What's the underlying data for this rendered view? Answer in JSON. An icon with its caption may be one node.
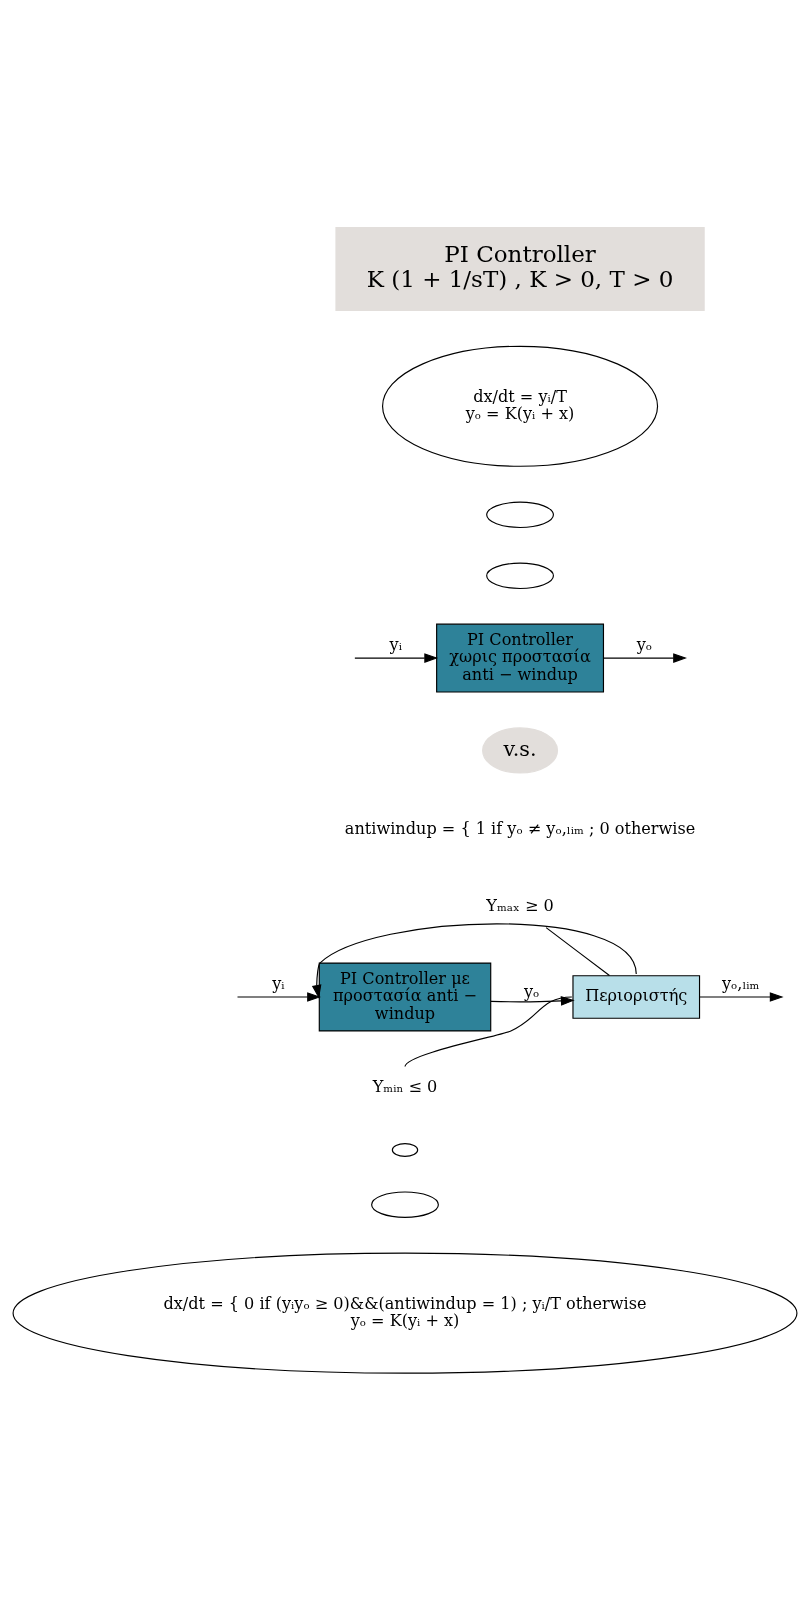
{
  "diagram": {
    "nodes": [
      {
        "text": [
          "PI Controller",
          "K (1 + 1/sT) , K > 0, T > 0"
        ]
      },
      {
        "text": [
          "dx/dt = yᵢ/T",
          "yₒ = K(yᵢ + x)"
        ]
      },
      {
        "text": [],
        "shape": "ellipse"
      },
      {
        "text": [],
        "shape": "ellipse"
      },
      {
        "text": [
          "PI Controller χωρις προστασία anti − windup"
        ]
      },
      {
        "text": [
          "v.s."
        ]
      },
      {
        "text": [
          "Yₘₐₓ ≥ 0"
        ]
      },
      {
        "text": [
          "PI Controller με προστασία anti − windup"
        ]
      },
      {
        "text": [
          "Περιοριστής"
        ]
      },
      {
        "text": [
          "Yₘᵢₙ ≤ 0"
        ]
      },
      {
        "text": [],
        "shape": "ellipse"
      },
      {
        "text": [],
        "shape": "ellipse"
      },
      {
        "text": [
          "dx/dt = { 0 if (yᵢyₒ ≥ 0)&&(antiwindup = 1) ; yᵢ/T otherwise",
          "yₒ = K(yᵢ + x)"
        ]
      }
    ],
    "edges": [
      {
        "from": null,
        "to": 4,
        "arrow": "to",
        "label": "yᵢ"
      },
      {
        "from": 4,
        "to": null,
        "arrow": "to",
        "label": "yₒ"
      },
      {
        "from": 8,
        "to": 7,
        "arrow": "to"
      },
      {
        "from": null,
        "to": 7,
        "arrow": "to",
        "label": "yᵢ"
      },
      {
        "from": 7,
        "to": 8,
        "arrow": "to",
        "label": "yₒ"
      },
      {
        "from": 8,
        "to": null,
        "arrow": "to",
        "label": "yₒ,ₗᵢₘ"
      },
      {
        "from": 6,
        "to": 8,
        "arrow": "none"
      },
      {
        "from": 9,
        "to": 8,
        "arrow": "none"
      }
    ],
    "labels": [
      "antiwindup = { 1 if yₒ ≠ yₒ,ₗᵢₘ ; 0 otherwise"
    ]
  }
}
